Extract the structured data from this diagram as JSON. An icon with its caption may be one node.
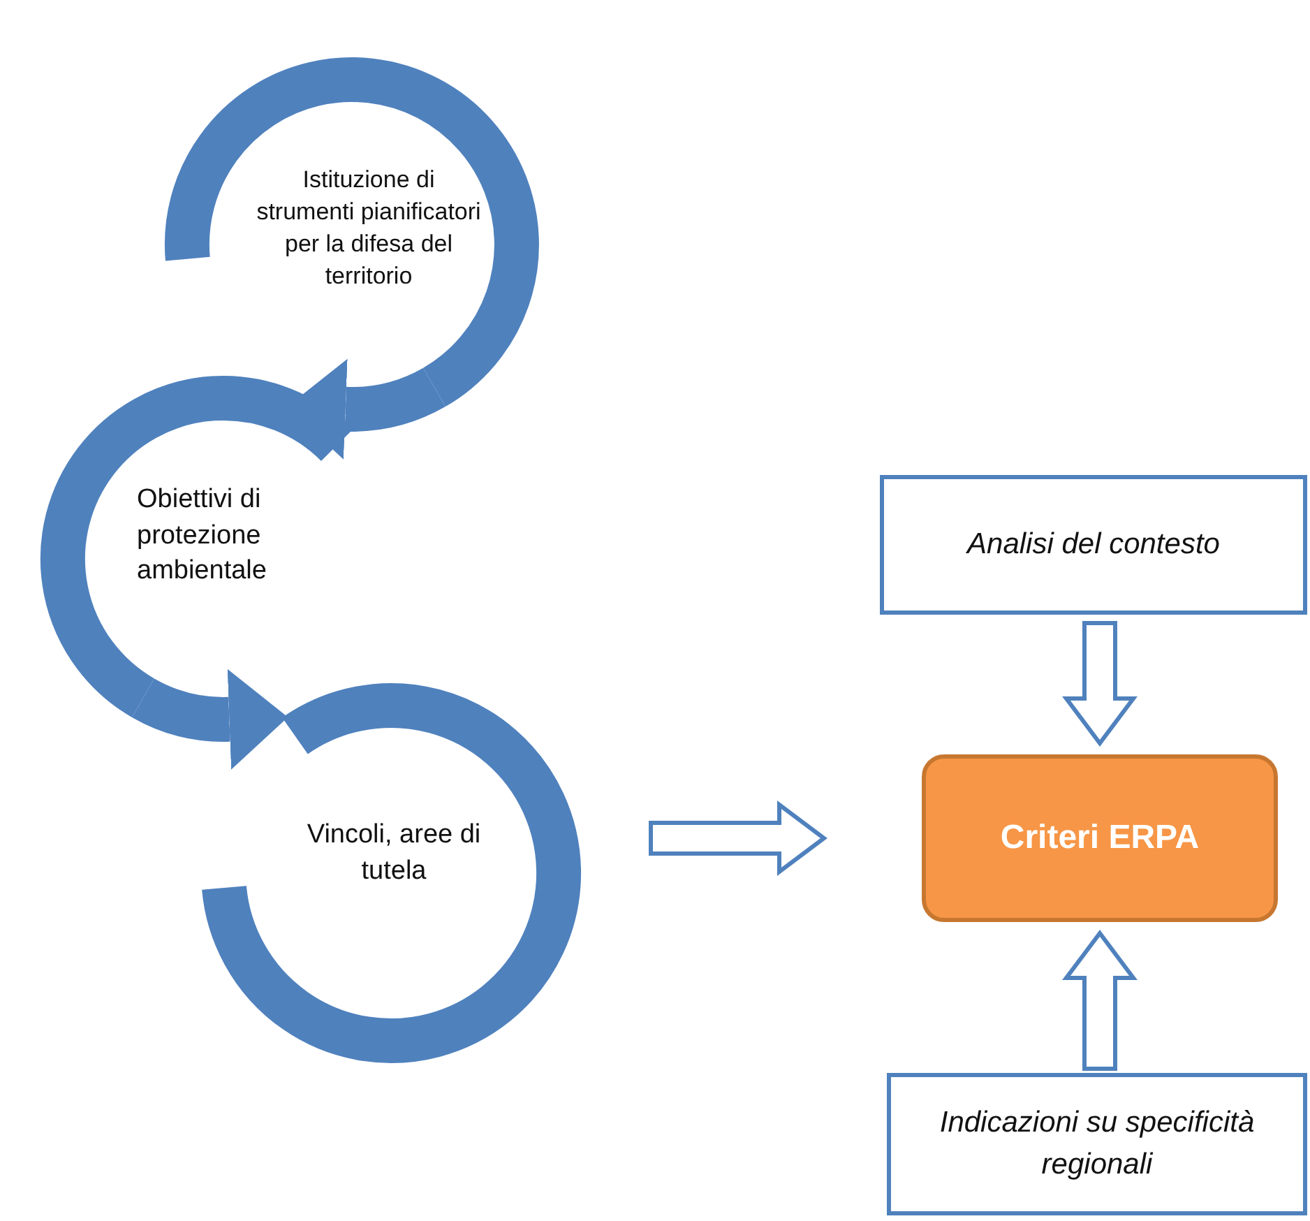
{
  "diagram": {
    "nodes": [
      {
        "text": [
          "Istituzione di strumenti pianificatori per la difesa del territorio"
        ]
      },
      {
        "text": [
          "Obiettivi di protezione ambientale"
        ]
      },
      {
        "text": [
          "Vincoli, aree di tutela"
        ]
      },
      {
        "text": [
          "Analisi del contesto"
        ]
      },
      {
        "text": [
          "Criteri ERPA"
        ]
      },
      {
        "text": [
          "Indicazioni su specificità regionali"
        ]
      }
    ],
    "edges": [
      {
        "from": 0,
        "to": 1,
        "arrow": "to"
      },
      {
        "from": 1,
        "to": 2,
        "arrow": "to"
      },
      {
        "from": 2,
        "to": 4,
        "arrow": "to"
      },
      {
        "from": 3,
        "to": 4,
        "arrow": "to"
      },
      {
        "from": 5,
        "to": 4,
        "arrow": "to"
      }
    ]
  }
}
